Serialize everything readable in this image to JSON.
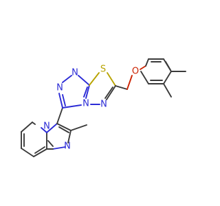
{
  "atoms": {
    "n_triazole_top_left": "N",
    "n_triazole_top_right": "N",
    "n_triazole_bridge": "N",
    "n_thiadiazole": "N",
    "s_thiadiazole": "S",
    "o_ether": "O",
    "n_imidazo_bridge": "N",
    "n_imidazo_ring": "N"
  },
  "colors": {
    "carbon_bond": "#3a3a3a",
    "nitrogen": "#2b2bd6",
    "oxygen": "#cc2200",
    "sulfur": "#b8a300",
    "background": "#ffffff"
  }
}
